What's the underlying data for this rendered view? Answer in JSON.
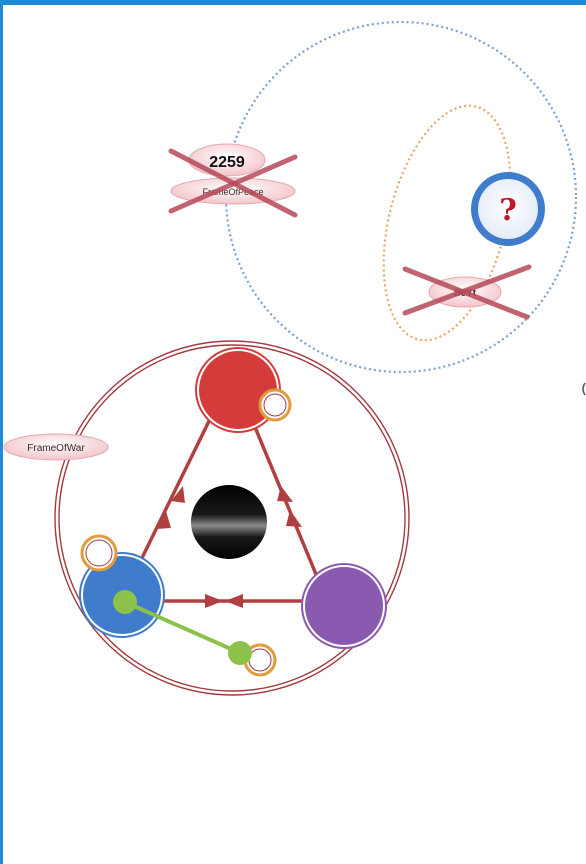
{
  "labels": {
    "frame_of_war": "FrameOfWar",
    "year": "2259",
    "frame_of_peace": "FrameOfPeace",
    "x_label": "ScYt",
    "question": "?"
  },
  "colors": {
    "border_blue": "#1f8ad6",
    "ring_maroon": "#a33a40",
    "red_node": "#d43c3c",
    "blue_node": "#3f7ccc",
    "purple_node": "#8a5ab0",
    "green_link": "#8cc14a",
    "arrow_red": "#b04040",
    "cross_red": "#b54a58",
    "dotted_blue": "#7b9fd0",
    "dotted_orange": "#e5a868",
    "pill_fill": "#f8d3d6"
  },
  "icons": {
    "question_node": "question-mark-icon",
    "center_node": "black-sphere-icon",
    "cross": "x-cross-icon"
  }
}
